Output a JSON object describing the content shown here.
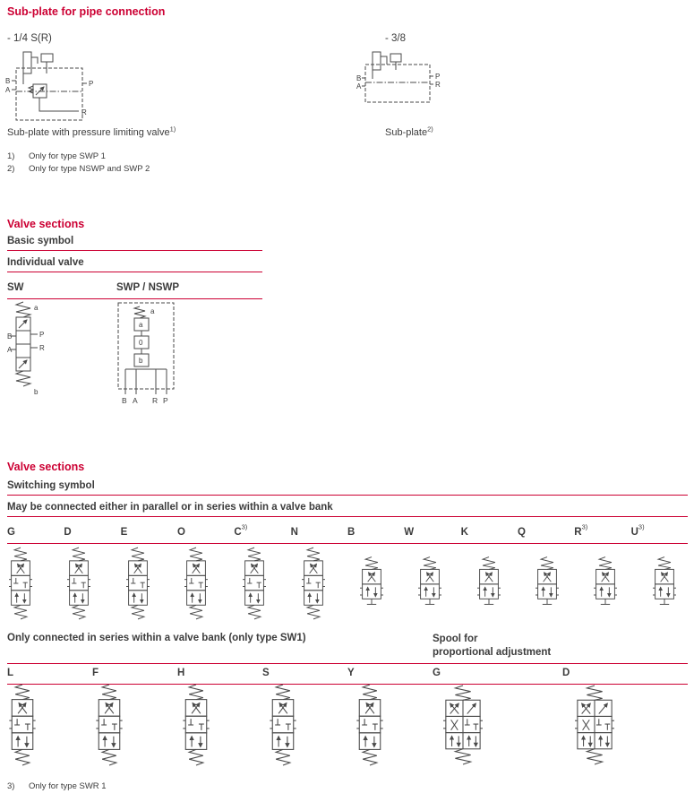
{
  "page": {
    "accent": "#cc0033",
    "text_color": "#3c3c3c",
    "diagram_stroke": "#4a4a4a"
  },
  "subplate": {
    "title": "Sub-plate for pipe connection",
    "left": {
      "size": "- 1/4 S(R)",
      "caption": "Sub-plate with pressure limiting valve",
      "caption_sup": "1)",
      "ports": {
        "B": "B",
        "A": "A",
        "P": "P",
        "R": "R"
      }
    },
    "right": {
      "size": "- 3/8",
      "caption": "Sub-plate",
      "caption_sup": "2)",
      "ports": {
        "B": "B",
        "A": "A",
        "P": "P",
        "R": "R"
      }
    },
    "footnotes": [
      {
        "marker": "1)",
        "text": "Only for type SWP 1"
      },
      {
        "marker": "2)",
        "text": "Only for type NSWP and SWP 2"
      }
    ]
  },
  "basic": {
    "title": "Valve sections",
    "row1": "Basic symbol",
    "row2": "Individual valve",
    "col_sw": "SW",
    "col_swp": "SWP / NSWP",
    "sw": {
      "a": "a",
      "b": "b",
      "B": "B",
      "A": "A",
      "P": "P",
      "R": "R"
    },
    "swp": {
      "a": "a",
      "zero": "0",
      "b": "b",
      "B": "B",
      "A": "A",
      "R": "R",
      "P": "P"
    }
  },
  "switching": {
    "title": "Valve sections",
    "row1": "Switching symbol",
    "parallel_header": "May be connected either in parallel or in series within a valve bank",
    "columns": [
      {
        "label": "G",
        "sup": "",
        "symbol": "#valve3"
      },
      {
        "label": "D",
        "sup": "",
        "symbol": "#valve3"
      },
      {
        "label": "E",
        "sup": "",
        "symbol": "#valve3"
      },
      {
        "label": "O",
        "sup": "",
        "symbol": "#valve3"
      },
      {
        "label": "C",
        "sup": "3)",
        "symbol": "#valve3"
      },
      {
        "label": "N",
        "sup": "",
        "symbol": "#valve3"
      },
      {
        "label": "B",
        "sup": "",
        "symbol": "#valve2"
      },
      {
        "label": "W",
        "sup": "",
        "symbol": "#valve2"
      },
      {
        "label": "K",
        "sup": "",
        "symbol": "#valve2"
      },
      {
        "label": "Q",
        "sup": "",
        "symbol": "#valve2"
      },
      {
        "label": "R",
        "sup": "3)",
        "symbol": "#valve2"
      },
      {
        "label": "U",
        "sup": "3)",
        "symbol": "#valve2"
      }
    ],
    "series_header": "Only connected in series within a valve bank (only type SW1)",
    "proportional_header": "Spool for\nproportional adjustment",
    "series_columns": [
      {
        "label": "L",
        "sup": "",
        "symbol": "#valve3"
      },
      {
        "label": "F",
        "sup": "",
        "symbol": "#valve3"
      },
      {
        "label": "H",
        "sup": "",
        "symbol": "#valve3"
      },
      {
        "label": "S",
        "sup": "",
        "symbol": "#valve3"
      },
      {
        "label": "Y",
        "sup": "",
        "symbol": "#valve3"
      },
      {
        "label": "G",
        "sup": "",
        "symbol": "#valveprop"
      },
      {
        "label": "D",
        "sup": "",
        "symbol": "#valveprop"
      }
    ],
    "footnote": {
      "marker": "3)",
      "text": "Only for type SWR 1"
    }
  }
}
